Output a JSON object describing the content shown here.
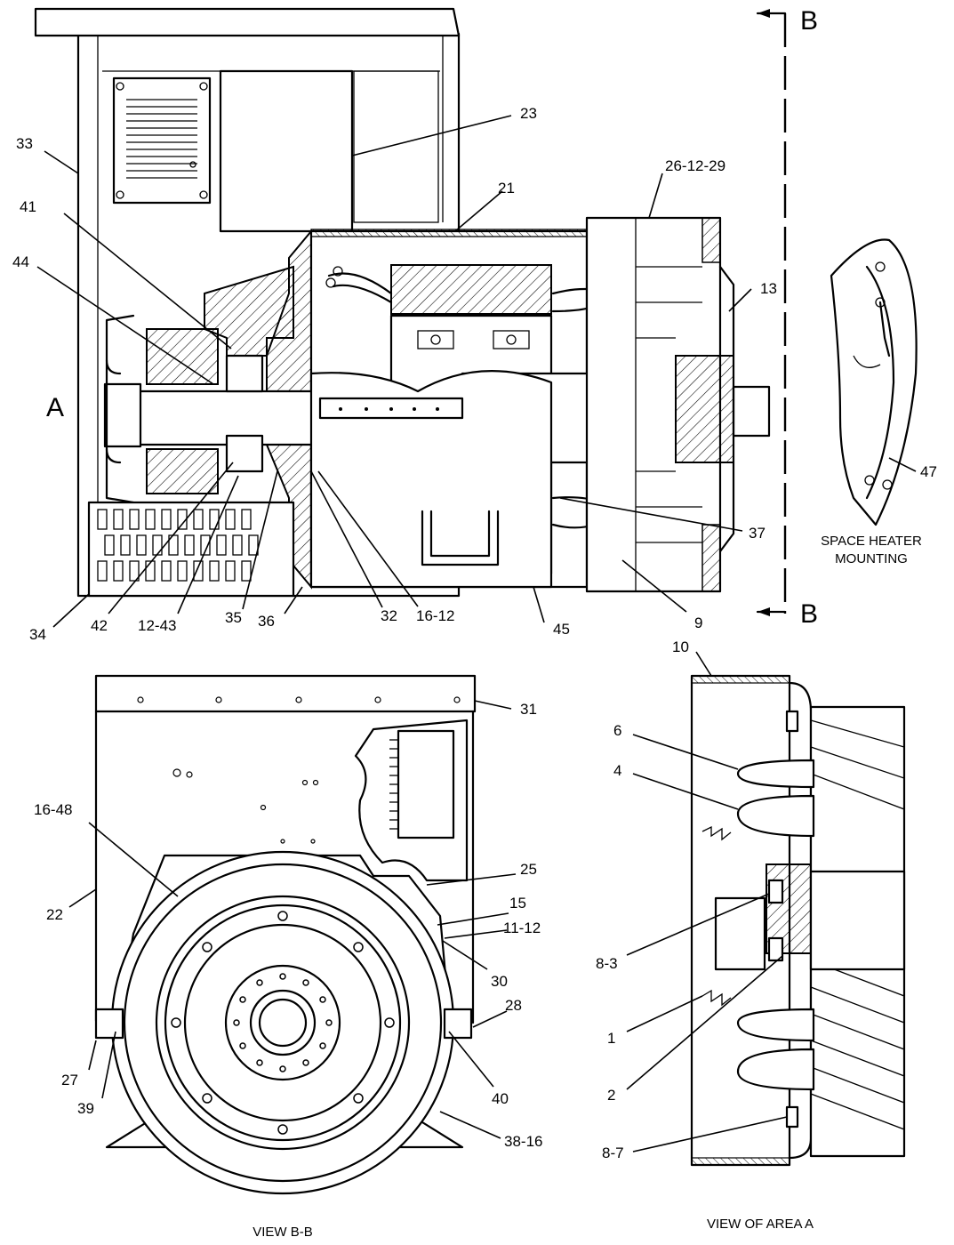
{
  "section_labels": {
    "a": "A",
    "b_top": "B",
    "b_bottom": "B"
  },
  "captions": {
    "space_heater_line1": "SPACE HEATER",
    "space_heater_line2": "MOUNTING",
    "view_bb": "VIEW B-B",
    "view_area_a": "VIEW OF AREA A"
  },
  "callouts": {
    "main": [
      "33",
      "23",
      "21",
      "26-12-29",
      "41",
      "44",
      "13",
      "47",
      "37",
      "34",
      "42",
      "12-43",
      "35",
      "36",
      "32",
      "16-12",
      "45",
      "9"
    ],
    "view_bb": [
      "31",
      "16-48",
      "25",
      "15",
      "11-12",
      "22",
      "30",
      "28",
      "27",
      "39",
      "40",
      "38-16"
    ],
    "area_a": [
      "10",
      "6",
      "4",
      "8-3",
      "1",
      "2",
      "8-7"
    ]
  }
}
